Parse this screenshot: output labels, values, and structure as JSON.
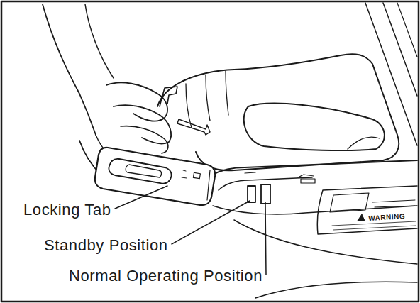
{
  "diagram": {
    "labels": [
      "Locking Tab",
      "Standby Position",
      "Normal Operating Position",
      "WARNING"
    ]
  }
}
